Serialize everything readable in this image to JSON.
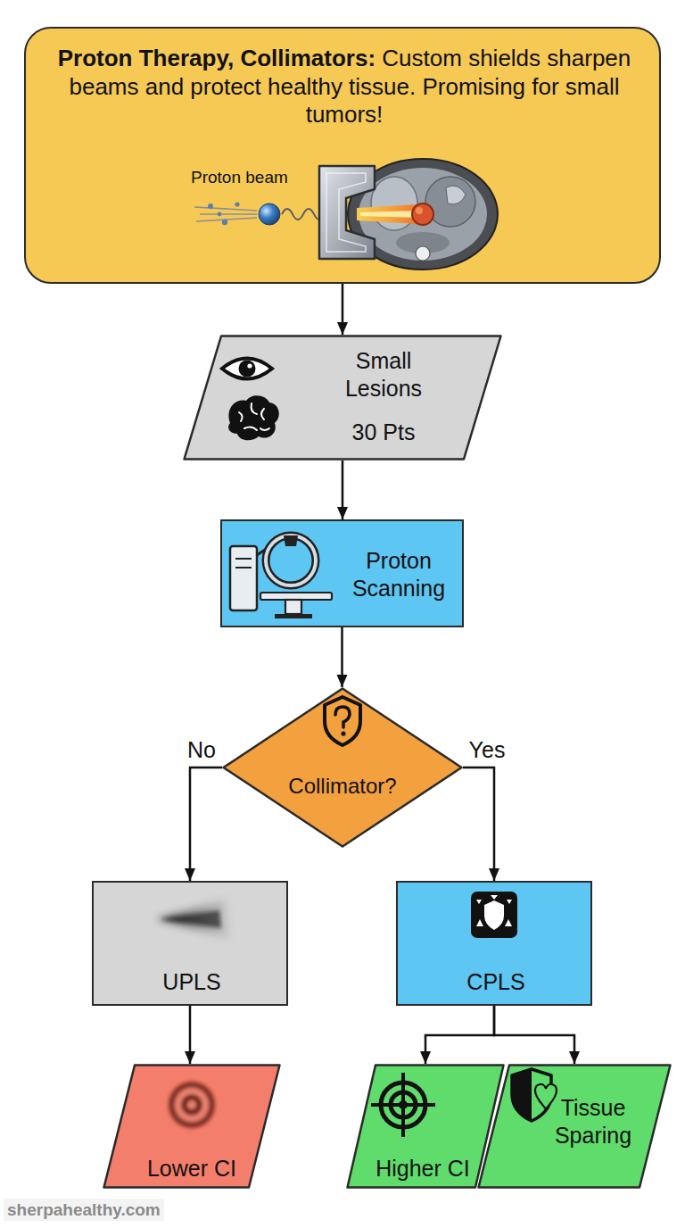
{
  "diagram": {
    "nodes": [
      {
        "text": [
          "Proton Therapy, Collimators:",
          "Custom shields sharpen beams and protect healthy tissue. Promising for small tumors!"
        ]
      },
      {
        "text": [
          "Small Lesions",
          "30 Pts"
        ]
      },
      {
        "text": [
          "Proton Scanning"
        ]
      },
      {
        "text": [
          "Collimator?"
        ]
      },
      {
        "text": [
          "UPLS"
        ]
      },
      {
        "text": [
          "CPLS"
        ]
      },
      {
        "text": [
          "Lower CI"
        ]
      },
      {
        "text": [
          "Higher CI"
        ]
      },
      {
        "text": [
          "Tissue Sparing"
        ]
      }
    ],
    "edges": [
      {
        "from": 0,
        "to": 1,
        "arrow": "to"
      },
      {
        "from": 1,
        "to": 2,
        "arrow": "to"
      },
      {
        "from": 2,
        "to": 3,
        "arrow": "to"
      },
      {
        "from": 3,
        "to": 4,
        "label": "No",
        "arrow": "to"
      },
      {
        "from": 3,
        "to": 5,
        "label": "Yes",
        "arrow": "to"
      },
      {
        "from": 4,
        "to": 6,
        "arrow": "to"
      },
      {
        "from": 5,
        "to": 7,
        "arrow": "to"
      },
      {
        "from": 5,
        "to": 8,
        "arrow": "to"
      }
    ],
    "labels": [
      "Proton beam",
      "sherpahealthy.com"
    ]
  }
}
